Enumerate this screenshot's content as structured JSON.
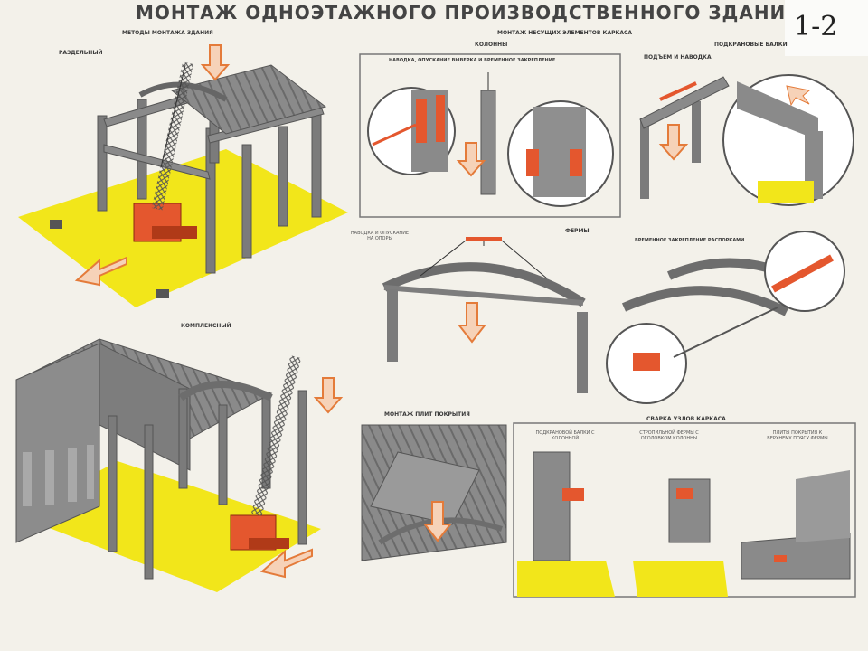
{
  "poster": {
    "title": "МОНТАЖ ОДНОЭТАЖНОГО ПРОИЗВОДСТВЕННОГО ЗДАНИЯ",
    "sheet_number": "1-2"
  },
  "left": {
    "section_title": "МЕТОДЫ МОНТАЖА ЗДАНИЯ",
    "method_1": "РАЗДЕЛЬНЫЙ",
    "method_2": "КОМПЛЕКСНЫЙ"
  },
  "right": {
    "section_title": "МОНТАЖ НЕСУЩИХ ЭЛЕМЕНТОВ КАРКАСА",
    "columns": {
      "title": "КОЛОННЫ",
      "caption": "НАВОДКА, ОПУСКАНИЕ ВЫВЕРКА И ВРЕМЕННОЕ ЗАКРЕПЛЕНИЕ"
    },
    "crane_beams": {
      "title": "ПОДКРАНОВЫЕ БАЛКИ",
      "caption": "ПОДЪЕМ И НАВОДКА"
    },
    "trusses": {
      "title": "ФЕРМЫ",
      "caption_1": "НАВОДКА И ОПУСКАНИЕ НА ОПОРЫ",
      "caption_2": "ВРЕМЕННОЕ ЗАКРЕПЛЕНИЕ РАСПОРКАМИ"
    },
    "roof_slabs": {
      "title": "МОНТАЖ ПЛИТ ПОКРЫТИЯ"
    },
    "welding": {
      "title": "СВАРКА УЗЛОВ КАРКАСА",
      "caption_1": "ПОДКРАНОВОЙ БАЛКИ С КОЛОННОЙ",
      "caption_2": "СТРОПИЛЬНОЙ ФЕРМЫ С ОГОЛОВКОМ КОЛОННЫ",
      "caption_3": "ПЛИТЫ ПОКРЫТИЯ К ВЕРХНЕМУ ПОЯСУ ФЕРМЫ"
    }
  },
  "colors": {
    "ground": "#f2e61a",
    "steel": "#7d7d7d",
    "crane": "#e4572e",
    "arrow": "#f29a6a",
    "paper": "#f3f1ea"
  },
  "icons": [
    "crane-icon",
    "direction-arrow-icon",
    "down-arrow-icon",
    "worker-icon",
    "scaffold-icon"
  ]
}
